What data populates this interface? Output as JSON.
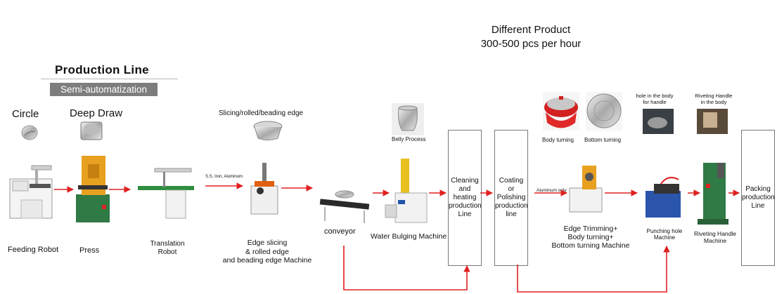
{
  "header": {
    "line1": "Different Product",
    "line2": "300-500 pcs per hour"
  },
  "production_line": {
    "title": "Production Line",
    "badge": "Semi-automatization"
  },
  "labels": {
    "circle": "Circle",
    "deep_draw": "Deep Draw",
    "slicing_top": "Slicing/rolled/beading edge",
    "ss_iron_al": "S.S, Iron, Aluminum",
    "belly_process": "Belly Process",
    "aluminum_only": "Aluminum only",
    "body_turning": "Body turning",
    "bottom_turning": "Bottom turning",
    "hole_body": [
      "hole in the body",
      "for handle"
    ],
    "riveting_body": [
      "Riveting Handle",
      "in the body"
    ]
  },
  "machines": {
    "feeding_robot": "Feeding Robot",
    "press": "Press",
    "translation_robot": [
      "Translation",
      "Robot"
    ],
    "edge_slicing": [
      "Edge slicing",
      "& rolled edge",
      "and beading edge Machine"
    ],
    "conveyor": "conveyor",
    "water_bulging": "Water Bulging Machine",
    "edge_trimming": [
      "Edge Trimming+",
      "Body turning+",
      "Bottom turning Machine"
    ],
    "punching_hole": [
      "Punching hole",
      "Machine"
    ],
    "riveting_handle": [
      "Riveting Handle",
      "Machine"
    ]
  },
  "stages": {
    "cleaning": [
      "Cleaning",
      "and",
      "heating",
      "production",
      "Line"
    ],
    "coating": [
      "Coating",
      "or",
      "Polishing",
      "production",
      "line"
    ],
    "packing": [
      "Packing",
      "production",
      "Line"
    ]
  },
  "colors": {
    "arrow": "#e02020",
    "stage_border": "#7a7a7a",
    "badge_bg": "#7d7d7d",
    "machine_green": "#2f7a45",
    "machine_orange": "#e8a020"
  }
}
